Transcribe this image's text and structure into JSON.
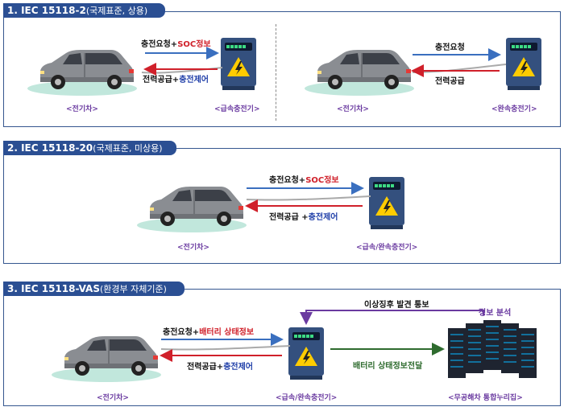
{
  "sections": [
    {
      "title_bold": "1. IEC 15118-2",
      "title_sub": "(국제표준, 상용)",
      "left": {
        "msg_top_a": "충전요청+",
        "msg_top_b": "SOC정보",
        "msg_bottom_a": "전력공급+",
        "msg_bottom_b": "충전제어",
        "car_label": "<전기차>",
        "charger_label": "<급속충전기>"
      },
      "right": {
        "msg_top": "충전요청",
        "msg_bottom": "전력공급",
        "car_label": "<전기차>",
        "charger_label": "<완속충전기>"
      }
    },
    {
      "title_bold": "2. IEC 15118-20",
      "title_sub": "(국제표준, 미상용)",
      "msg_top_a": "충전요청+",
      "msg_top_b": "SOC정보",
      "msg_bottom_a": "전력공급 +",
      "msg_bottom_b": "충전제어",
      "car_label": "<전기차>",
      "charger_label": "<급속/완속충전기>"
    },
    {
      "title_bold": "3. IEC 15118-VAS",
      "title_sub": "(환경부 자체기준)",
      "msg_top_a": "충전요청+",
      "msg_top_b": "배터리 상태정보",
      "msg_bottom_a": "전력공급+",
      "msg_bottom_b": "충전제어",
      "msg_anomaly": "이상징후 발견 통보",
      "msg_analysis": "정보 분석",
      "msg_battery": "배터리 상태정보전달",
      "car_label": "<전기차>",
      "charger_label": "<급속/완속충전기>",
      "server_label": "<무공해차 통합누리집>"
    }
  ],
  "colors": {
    "panel_border": "#35568f",
    "title_bg": "#2b4f93",
    "arrow_blue": "#3a6fbf",
    "arrow_red": "#d0202a",
    "arrow_green": "#2e6b2e",
    "arrow_purple": "#6a3aa0",
    "car_body": "#8a8d92",
    "charger_body": "#34507e"
  }
}
